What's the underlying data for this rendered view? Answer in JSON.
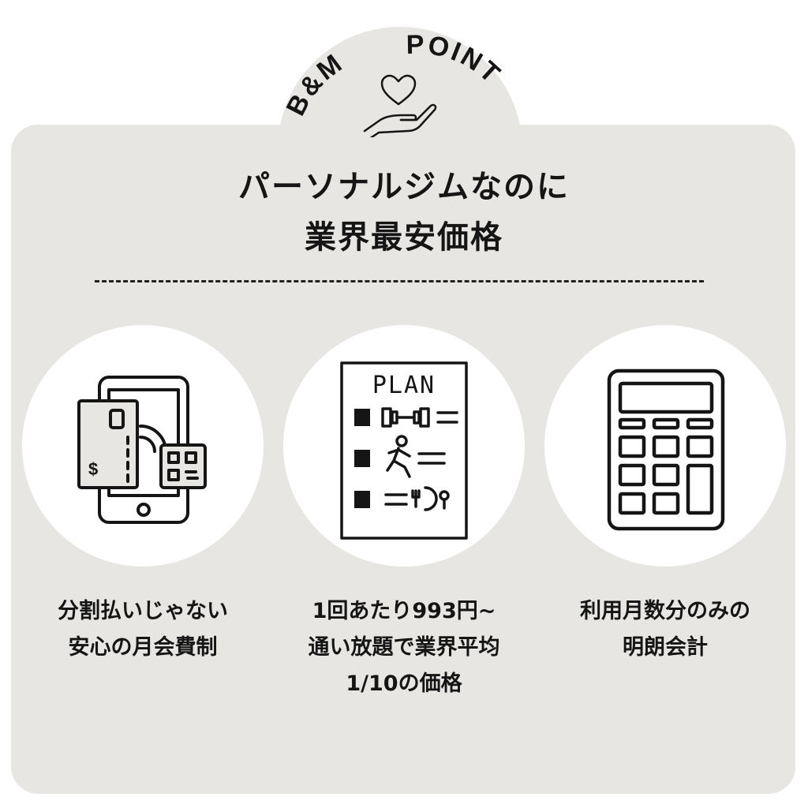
{
  "badge": {
    "brand_left": "B&M",
    "brand_right": "POINT",
    "icon": "heart-in-hand-icon"
  },
  "headline": {
    "line1": "パーソナルジムなのに",
    "line2": "業界最安価格"
  },
  "features": [
    {
      "icon": "mobile-payment-icon",
      "line1": "分割払いじゃない",
      "line2": "安心の月会費制"
    },
    {
      "icon": "plan-checklist-icon",
      "plan_label": "PLAN",
      "line1": "1回あたり993円~",
      "line2": "通い放題で業界平均",
      "line3": "1/10の価格"
    },
    {
      "icon": "calculator-icon",
      "line1": "利用月数分のみの",
      "line2": "明朗会計"
    }
  ],
  "colors": {
    "page": "#ffffff",
    "card": "#e8e6e2",
    "circle": "#ffffff",
    "ink": "#151515"
  }
}
